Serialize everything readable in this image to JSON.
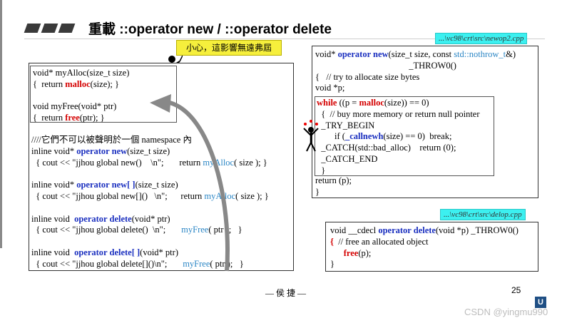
{
  "title": "重載 ::operator new / ::operator delete",
  "bubble_text": "小心，這影響無遠弗屆",
  "left_panel": {
    "lines1": [
      [
        "void* myAlloc(size_t size)"
      ],
      [
        "{  return ",
        {
          "t": "malloc",
          "c": "red"
        },
        "(size); }"
      ],
      [
        ""
      ],
      [
        "void myFree(void* ptr)"
      ],
      [
        "{  return ",
        {
          "t": "free",
          "c": "red"
        },
        "(ptr); }"
      ]
    ],
    "lines2": [
      [
        "////它們不可以被聲明於一個 namespace 內"
      ],
      [
        "inline void* ",
        {
          "t": "operator new",
          "c": "blue"
        },
        "(size_t size)"
      ],
      [
        "  { cout << \"jjhou global new()    \\n\";       return ",
        {
          "t": "myAlloc",
          "c": "lb"
        },
        "( size ); }"
      ],
      [
        ""
      ],
      [
        "inline void* ",
        {
          "t": "operator new[ ]",
          "c": "blue"
        },
        "(size_t size)"
      ],
      [
        "  { cout << \"jjhou global new[]()   \\n\";      return ",
        {
          "t": "myAlloc",
          "c": "lb"
        },
        "( size ); }"
      ],
      [
        ""
      ],
      [
        "inline void  ",
        {
          "t": "operator delete",
          "c": "blue"
        },
        "(void* ptr)"
      ],
      [
        "  { cout << \"jjhou global delete()  \\n\";       ",
        {
          "t": "myFree",
          "c": "lb"
        },
        "( ptr );   }"
      ],
      [
        ""
      ],
      [
        "inline void  ",
        {
          "t": "operator delete[ ]",
          "c": "blue"
        },
        "(void* ptr)"
      ],
      [
        "  { cout << \"jjhou global delete[]()\\n\";       ",
        {
          "t": "myFree",
          "c": "lb"
        },
        "( ptr );   }"
      ]
    ]
  },
  "right_top": {
    "tag": "...\\vc98\\crt\\src\\newop2.cpp",
    "lines": [
      [
        "void* ",
        {
          "t": "operator new",
          "c": "blue"
        },
        "(size_t size, const ",
        {
          "t": "std::nothrow_t",
          "c": "lb"
        },
        "&)"
      ],
      [
        "                                          _THROW0()"
      ],
      [
        "{   // try to allocate size bytes"
      ],
      [
        "void *p;"
      ]
    ],
    "inner_lines": [
      [
        {
          "t": "while",
          "c": "red"
        },
        " ((p = ",
        {
          "t": "malloc",
          "c": "red"
        },
        "(size)) == 0)"
      ],
      [
        "  {  // buy more memory or return null pointer"
      ],
      [
        "  _TRY_BEGIN"
      ],
      [
        "        if (",
        {
          "t": "_callnewh",
          "c": "blue"
        },
        "(size) == 0)  break;"
      ],
      [
        "  _CATCH(std::bad_alloc)    return (0);"
      ],
      [
        "  _CATCH_END"
      ],
      [
        "  }"
      ]
    ],
    "tail_lines": [
      [
        "return (p);"
      ],
      [
        "}"
      ]
    ]
  },
  "right_bottom": {
    "tag": "...\\vc98\\crt\\src\\delop.cpp",
    "lines": [
      [
        "void __cdecl ",
        {
          "t": "operator delete",
          "c": "blue"
        },
        "(void *p) _THROW0()"
      ],
      [
        {
          "t": "{",
          "c": "red"
        },
        "  // free an allocated object"
      ],
      [
        "      ",
        {
          "t": "free",
          "c": "red"
        },
        "(p);"
      ],
      [
        "}"
      ]
    ]
  },
  "footer": "— 侯 捷 —",
  "page_number": "25",
  "logo_letter": "U",
  "watermark": "CSDN @yingmu990"
}
